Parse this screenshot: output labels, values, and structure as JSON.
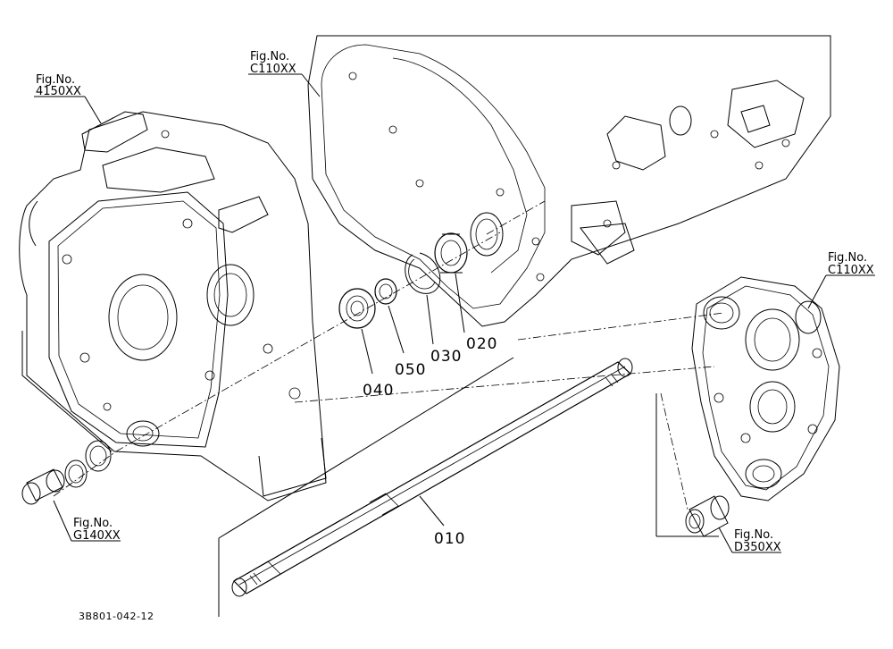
{
  "figure_refs": {
    "ref_4150": {
      "line1": "Fig.No.",
      "line2": "4150XX"
    },
    "ref_c110_top": {
      "line1": "Fig.No.",
      "line2": "C110XX"
    },
    "ref_c110_right": {
      "line1": "Fig.No.",
      "line2": "C110XX"
    },
    "ref_g140": {
      "line1": "Fig.No.",
      "line2": "G140XX"
    },
    "ref_d350": {
      "line1": "Fig.No.",
      "line2": "D350XX"
    }
  },
  "parts": {
    "p010": "010",
    "p020": "020",
    "p030": "030",
    "p040": "040",
    "p050": "050"
  },
  "drawing_code": "3B801-042-12"
}
